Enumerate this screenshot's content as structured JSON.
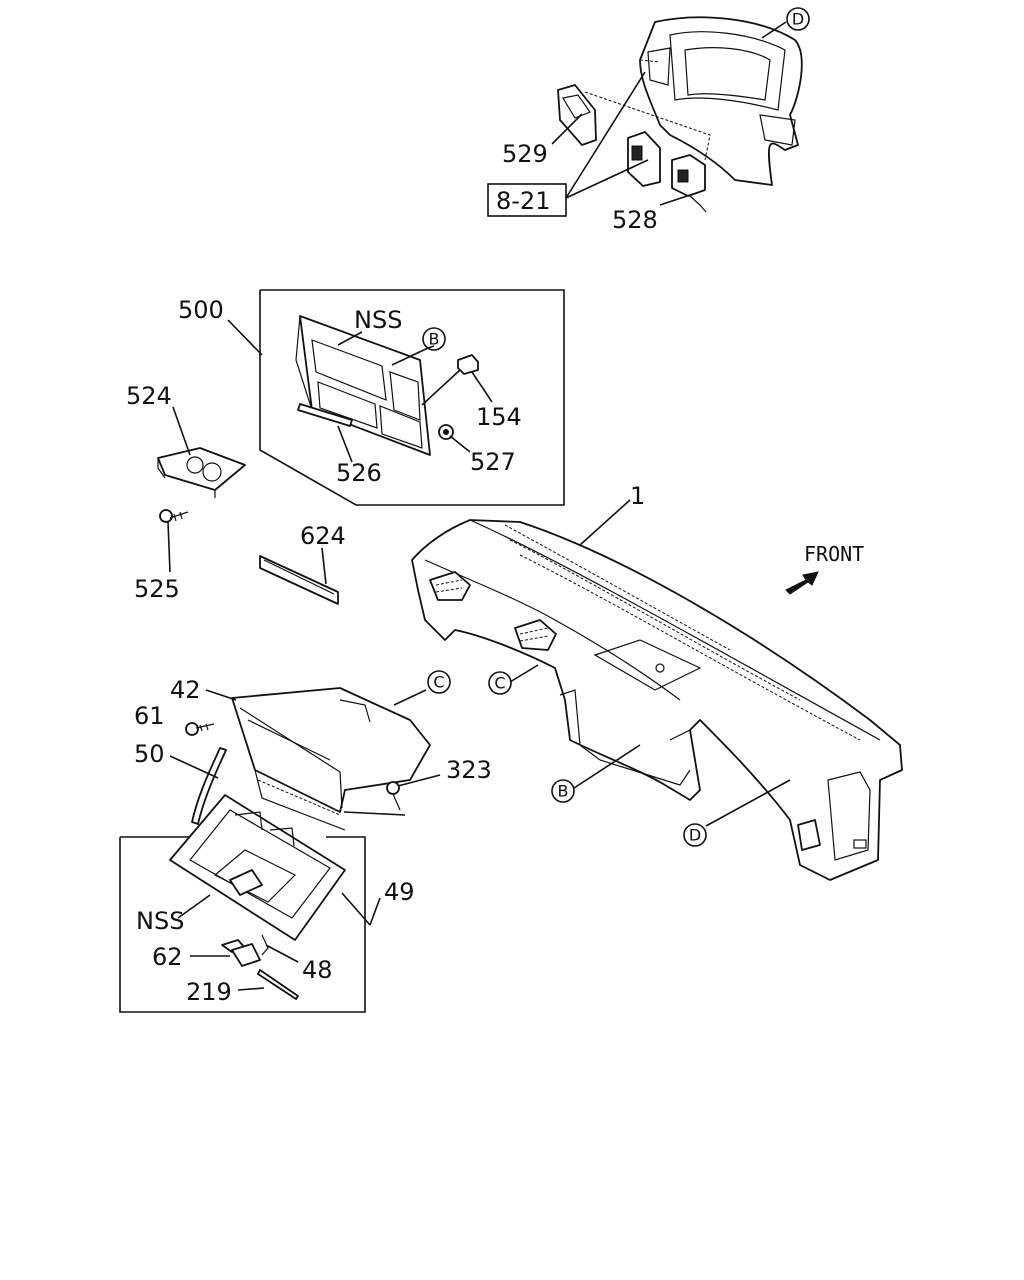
{
  "labels": {
    "p529": "529",
    "p528": "528",
    "ref821": "8-21",
    "p500": "500",
    "nss_top": "NSS",
    "p154": "154",
    "p527": "527",
    "p526": "526",
    "p524": "524",
    "p525": "525",
    "p624": "624",
    "p1": "1",
    "front": "FRONT",
    "p42": "42",
    "p61": "61",
    "p50": "50",
    "p323": "323",
    "nss_bottom": "NSS",
    "p49": "49",
    "p62": "62",
    "p48": "48",
    "p219": "219"
  },
  "callouts": {
    "b1": "B",
    "b2": "B",
    "c1": "C",
    "c2": "C",
    "d1": "D",
    "d2": "D"
  }
}
